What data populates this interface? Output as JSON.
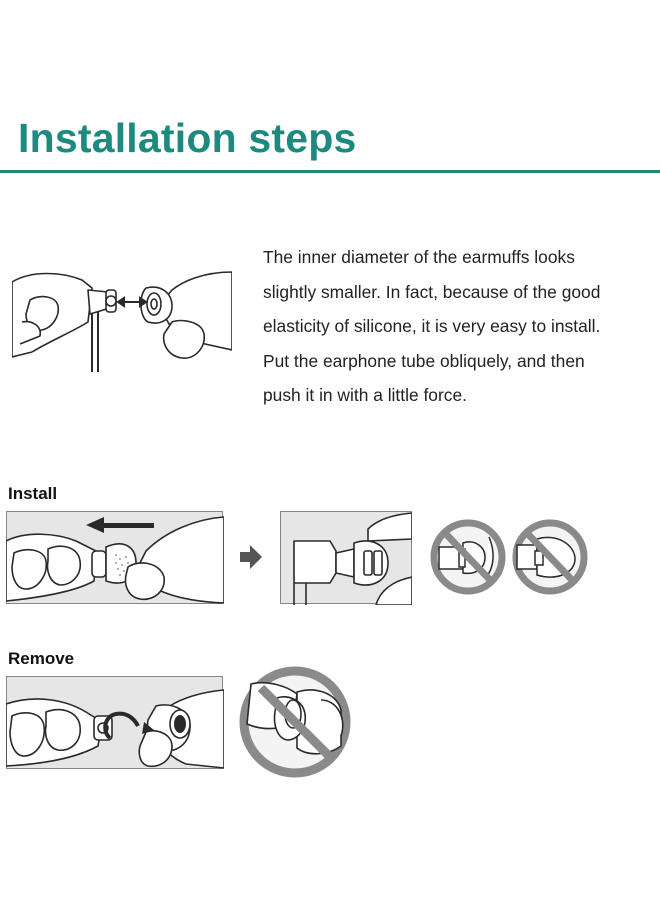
{
  "page": {
    "title": "Installation steps",
    "description_lines": [
      "The inner diameter of the earmuffs looks",
      "slightly smaller. In fact, because of the good",
      "elasticity of silicone, it is very easy to install.",
      "Put the earphone tube obliquely, and then",
      "push it in with a little force."
    ],
    "install_label": "Install",
    "remove_label": "Remove"
  },
  "colors": {
    "accent": "#1d8a80",
    "panel": "#e6e6e6",
    "stroke": "#2a2a2a",
    "prohibit": "#8a8a8a"
  }
}
